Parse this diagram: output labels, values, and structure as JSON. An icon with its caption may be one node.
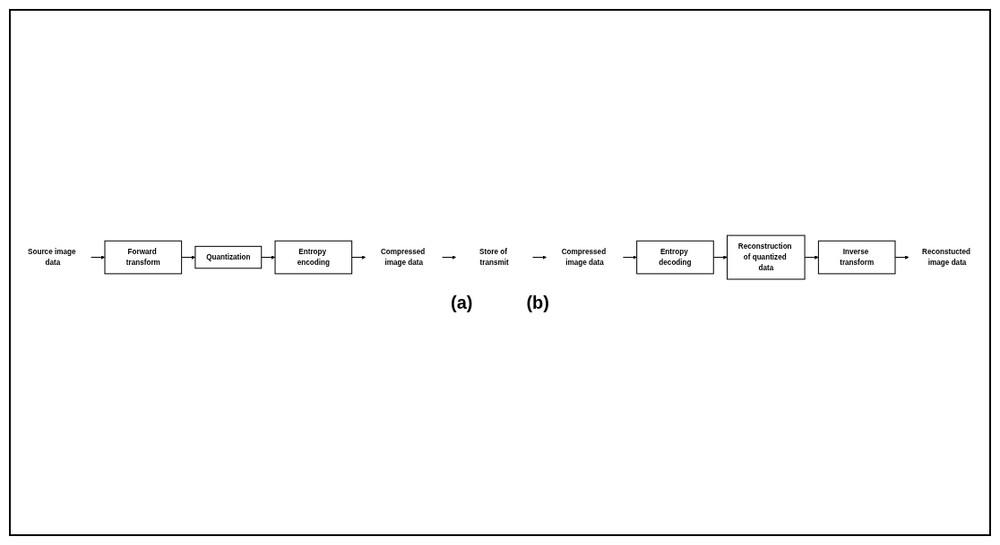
{
  "diagram": {
    "nodes": [
      {
        "text": [
          "Source image data"
        ]
      },
      {
        "text": [
          "Forward transform"
        ]
      },
      {
        "text": [
          "Quantization"
        ]
      },
      {
        "text": [
          "Entropy encoding"
        ]
      },
      {
        "text": [
          "Compressed image data"
        ]
      },
      {
        "text": [
          "Store of transmit"
        ]
      },
      {
        "text": [
          "Compressed image data"
        ]
      },
      {
        "text": [
          "Entropy decoding"
        ]
      },
      {
        "text": [
          "Reconstruction of quantized data"
        ]
      },
      {
        "text": [
          "Inverse transform"
        ]
      },
      {
        "text": [
          "Reconstucted image data"
        ]
      }
    ],
    "edges": [
      {
        "from": 0,
        "to": 1,
        "arrow": "to"
      },
      {
        "from": 1,
        "to": 2,
        "arrow": "to"
      },
      {
        "from": 2,
        "to": 3,
        "arrow": "to"
      },
      {
        "from": 3,
        "to": 4,
        "arrow": "to"
      },
      {
        "from": 4,
        "to": 5,
        "arrow": "to"
      },
      {
        "from": 5,
        "to": 6,
        "arrow": "to"
      },
      {
        "from": 6,
        "to": 7,
        "arrow": "to"
      },
      {
        "from": 7,
        "to": 8,
        "arrow": "to"
      },
      {
        "from": 8,
        "to": 9,
        "arrow": "to"
      },
      {
        "from": 9,
        "to": 10,
        "arrow": "to"
      }
    ],
    "labels": [
      "(a)",
      "(b)"
    ]
  }
}
